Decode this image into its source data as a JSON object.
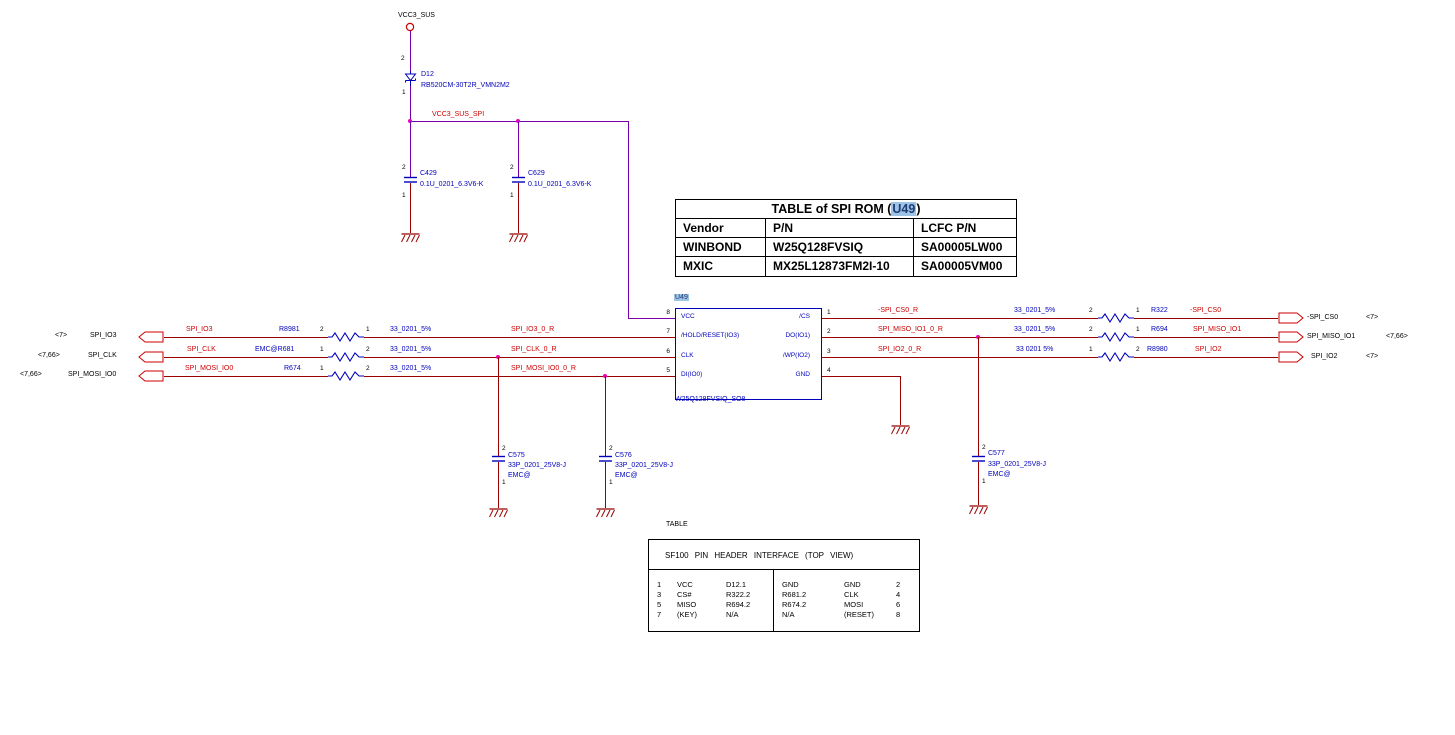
{
  "colors": {
    "signal_wire": "#990000",
    "power_wire": "#7700aa",
    "net_text": "#cc0000",
    "ref_text": "#0000bb",
    "highlight_bg": "#9dc3e6"
  },
  "power": {
    "rail_label": "VCC3_SUS",
    "net_label": "VCC3_SUS_SPI",
    "diode": {
      "ref": "D12",
      "part": "RB520CM-30T2R_VMN2M2",
      "pin_top": "2",
      "pin_bottom": "1"
    }
  },
  "caps": {
    "c429": {
      "ref": "C429",
      "part": "0.1U_0201_6.3V6-K",
      "pin_top": "2",
      "pin_bottom": "1"
    },
    "c629": {
      "ref": "C629",
      "part": "0.1U_0201_6.3V6-K",
      "pin_top": "2",
      "pin_bottom": "1"
    },
    "c575": {
      "ref": "C575",
      "part": "33P_0201_25V8-J",
      "note": "EMC@",
      "pin_top": "2",
      "pin_bottom": "1"
    },
    "c576": {
      "ref": "C576",
      "part": "33P_0201_25V8-J",
      "note": "EMC@",
      "pin_top": "2",
      "pin_bottom": "1"
    },
    "c577": {
      "ref": "C577",
      "part": "33P_0201_25V8-J",
      "note": "EMC@",
      "pin_top": "2",
      "pin_bottom": "1"
    }
  },
  "rom_table": {
    "title_prefix": "TABLE of SPI ROM (",
    "title_highlight": "U49",
    "title_suffix": ")",
    "headers": [
      "Vendor",
      "P/N",
      "LCFC P/N"
    ],
    "rows": [
      [
        "WINBOND",
        "W25Q128FVSIQ",
        "SA00005LW00"
      ],
      [
        "MXIC",
        "MX25L12873FM2I-10",
        "SA00005VM00"
      ]
    ]
  },
  "ic": {
    "ref": "U49",
    "part": "W25Q128FVSIQ_SO8",
    "pins_left": [
      {
        "num": "8",
        "name": "VCC"
      },
      {
        "num": "7",
        "name": "/HOLD/RESET(IO3)"
      },
      {
        "num": "6",
        "name": "CLK"
      },
      {
        "num": "5",
        "name": "DI(IO0)"
      }
    ],
    "pins_right": [
      {
        "num": "1",
        "name": "/CS"
      },
      {
        "num": "2",
        "name": "DO(IO1)"
      },
      {
        "num": "3",
        "name": "/WP(IO2)"
      },
      {
        "num": "4",
        "name": "GND"
      }
    ]
  },
  "left": [
    {
      "pages": "<7>",
      "port": "SPI_IO3",
      "net": "SPI_IO3",
      "ref": "R8981",
      "pa": "2",
      "pb": "1",
      "val": "33_0201_5%",
      "net_r": "SPI_IO3_0_R"
    },
    {
      "pages": "<7,66>",
      "port": "SPI_CLK",
      "net": "SPI_CLK",
      "ref": "EMC@R681",
      "pa": "1",
      "pb": "2",
      "val": "33_0201_5%",
      "net_r": "SPI_CLK_0_R"
    },
    {
      "pages": "<7,66>",
      "port": "SPI_MOSI_IO0",
      "net": "SPI_MOSI_IO0",
      "ref": "R674",
      "pa": "1",
      "pb": "2",
      "val": "33_0201_5%",
      "net_r": "SPI_MOSI_IO0_0_R"
    }
  ],
  "right": [
    {
      "net_r": "-SPI_CS0_R",
      "val": "33_0201_5%",
      "pa": "2",
      "pb": "1",
      "ref": "R322",
      "net": "-SPI_CS0",
      "port": "-SPI_CS0",
      "pages": "<7>"
    },
    {
      "net_r": "SPI_MISO_IO1_0_R",
      "val": "33_0201_5%",
      "pa": "2",
      "pb": "1",
      "ref": "R694",
      "net": "SPI_MISO_IO1",
      "port": "SPI_MISO_IO1",
      "pages": "<7,66>"
    },
    {
      "net_r": "SPI_IO2_0_R",
      "val": "33 0201 5%",
      "pa": "1",
      "pb": "2",
      "ref": "R8980",
      "net": "SPI_IO2",
      "port": "SPI_IO2",
      "pages": "<7>"
    }
  ],
  "header_table": {
    "label": "TABLE",
    "title": "SF100 PIN HEADER INTERFACE (TOP VIEW)",
    "left_rows": [
      [
        "1",
        "VCC",
        "D12.1"
      ],
      [
        "3",
        "CS#",
        "R322.2"
      ],
      [
        "5",
        "MISO",
        "R694.2"
      ],
      [
        "7",
        "(KEY)",
        "N/A"
      ]
    ],
    "right_rows": [
      [
        "GND",
        "GND",
        "2"
      ],
      [
        "R681.2",
        "CLK",
        "4"
      ],
      [
        "R674.2",
        "MOSI",
        "6"
      ],
      [
        "N/A",
        "(RESET)",
        "8"
      ]
    ]
  }
}
